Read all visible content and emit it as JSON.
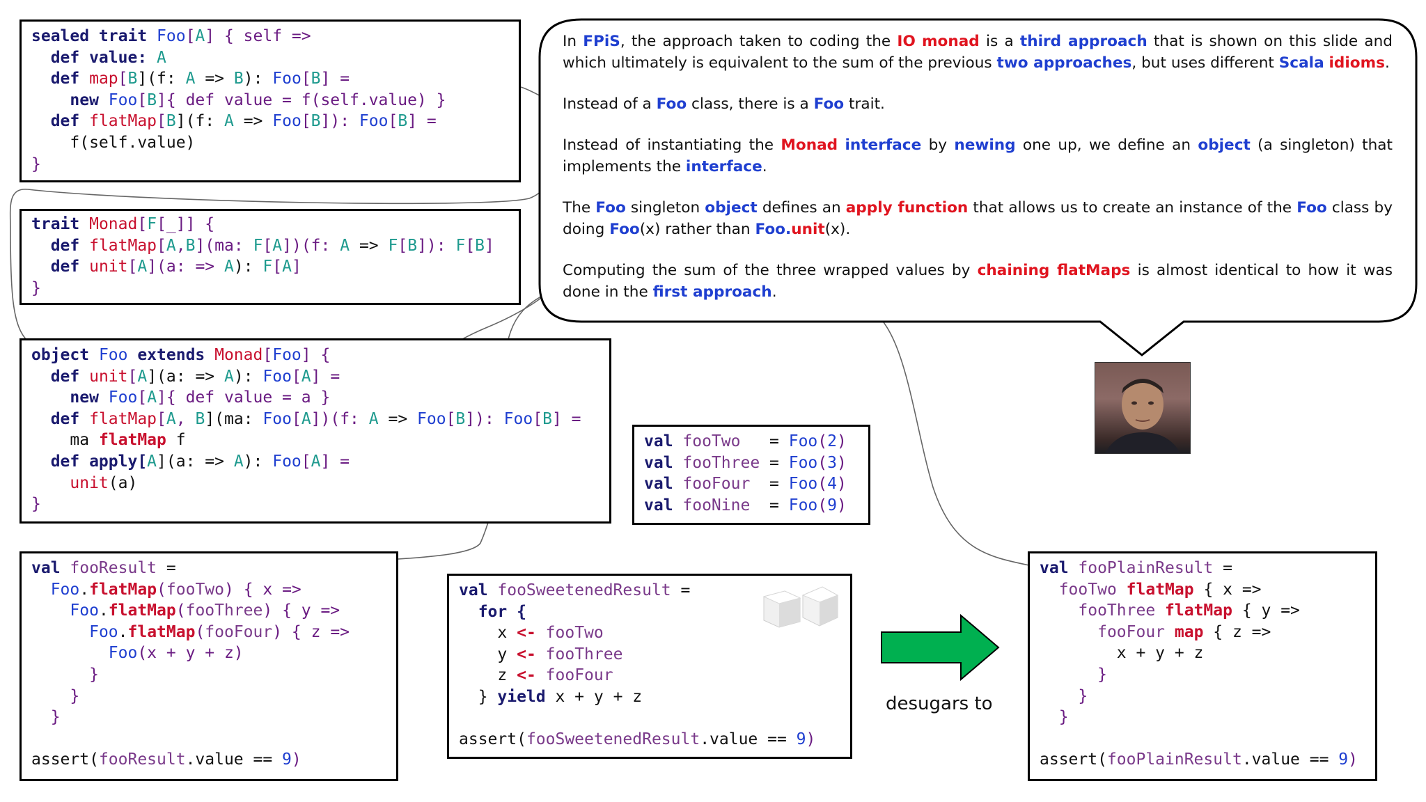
{
  "bubble": {
    "p1": [
      "In ",
      "FPiS",
      ", the approach taken to coding the ",
      "IO",
      " ",
      "monad",
      " is a ",
      "third approach",
      " that is shown on this slide and which ultimately is equivalent to the sum of the previous ",
      "two approaches",
      ", but uses different ",
      "Scala",
      " ",
      "idioms",
      "."
    ],
    "p2": [
      "Instead of a ",
      "Foo",
      " class, there is a ",
      "Foo",
      " trait."
    ],
    "p3": [
      "Instead of instantiating the ",
      "Monad",
      " ",
      "interface",
      " by ",
      "newing",
      " one up, we define an ",
      "object",
      " (a singleton) that implements the ",
      "interface",
      "."
    ],
    "p4": [
      "The ",
      "Foo",
      " singleton ",
      "object",
      " defines an ",
      "apply function",
      " that allows us to create an instance of the ",
      "Foo",
      " class by doing ",
      "Foo",
      "(x) rather than ",
      "Foo.",
      "unit",
      "(x)."
    ],
    "p5": [
      "Computing the sum of the three wrapped values by ",
      "chaining flatMaps",
      " is almost identical to how it was done in the ",
      "first approach",
      "."
    ]
  },
  "desugar_label": "desugars to",
  "code": {
    "foo_trait": [
      [
        "sealed trait ",
        "Foo",
        "[",
        "A",
        "] { self =>"
      ],
      [
        "  def value: ",
        "A"
      ],
      [
        "  def ",
        "map",
        "[",
        "B",
        "](f: ",
        "A",
        " => ",
        "B",
        "): ",
        "Foo",
        "[",
        "B",
        "] ="
      ],
      [
        "    new ",
        "Foo",
        "[",
        "B",
        "]{ def value = f(self.value) }"
      ],
      [
        "  def ",
        "flatMap",
        "[",
        "B",
        "](f: ",
        "A",
        " => ",
        "Foo",
        "[",
        "B",
        "]): ",
        "Foo",
        "[",
        "B",
        "] ="
      ],
      [
        "    f(self.value)"
      ],
      [
        "}"
      ]
    ],
    "monad_trait": [
      [
        "trait ",
        "Monad",
        "[",
        "F",
        "[_]] {"
      ],
      [
        "  def ",
        "flatMap",
        "[",
        "A",
        ",",
        "B",
        "](ma: ",
        "F",
        "[",
        "A",
        "])(f: ",
        "A",
        " => ",
        "F",
        "[",
        "B",
        "]): ",
        "F",
        "[",
        "B",
        "]"
      ],
      [
        "  def ",
        "unit",
        "[",
        "A",
        "](a: => ",
        "A",
        "): ",
        "F",
        "[",
        "A",
        "]"
      ],
      [
        "}"
      ]
    ],
    "foo_object": [
      [
        "object ",
        "Foo",
        " extends ",
        "Monad",
        "[",
        "Foo",
        "] {"
      ],
      [
        "  def ",
        "unit",
        "[",
        "A",
        "](a: => ",
        "A",
        "): ",
        "Foo",
        "[",
        "A",
        "] ="
      ],
      [
        "    new ",
        "Foo",
        "[",
        "A",
        "]{ def value = a }"
      ],
      [
        "  def ",
        "flatMap",
        "[",
        "A",
        ", ",
        "B",
        "](ma: ",
        "Foo",
        "[",
        "A",
        "])(f: ",
        "A",
        " => ",
        "Foo",
        "[",
        "B",
        "]): ",
        "Foo",
        "[",
        "B",
        "] ="
      ],
      [
        "    ma ",
        "flatMap",
        " f"
      ],
      [
        "  def apply[",
        "A",
        "](a: => ",
        "A",
        "): ",
        "Foo",
        "[",
        "A",
        "] ="
      ],
      [
        "    ",
        "unit",
        "(a)"
      ],
      [
        "}"
      ]
    ],
    "vals": [
      [
        "val ",
        "fooTwo",
        "   = ",
        "Foo",
        "(",
        "2",
        ")"
      ],
      [
        "val ",
        "fooThree",
        " = ",
        "Foo",
        "(",
        "3",
        ")"
      ],
      [
        "val ",
        "fooFour",
        "  = ",
        "Foo",
        "(",
        "4",
        ")"
      ],
      [
        "val ",
        "fooNine",
        "  = ",
        "Foo",
        "(",
        "9",
        ")"
      ]
    ],
    "foo_result": [
      [
        "val ",
        "fooResult",
        " ="
      ],
      [
        "  ",
        "Foo",
        ".",
        "flatMap",
        "(",
        "fooTwo",
        ") { x =>"
      ],
      [
        "    ",
        "Foo",
        ".",
        "flatMap",
        "(",
        "fooThree",
        ") { y =>"
      ],
      [
        "      ",
        "Foo",
        ".",
        "flatMap",
        "(",
        "fooFour",
        ") { z =>"
      ],
      [
        "        ",
        "Foo",
        "(x + y + z)"
      ],
      [
        "      }"
      ],
      [
        "    }"
      ],
      [
        "  }"
      ],
      [
        ""
      ],
      [
        "assert(",
        "fooResult",
        ".value == ",
        "9",
        ")"
      ]
    ],
    "sweetened": [
      [
        "val ",
        "fooSweetenedResult",
        " ="
      ],
      [
        "  for {"
      ],
      [
        "    x ",
        "<-",
        " ",
        "fooTwo"
      ],
      [
        "    y ",
        "<-",
        " ",
        "fooThree"
      ],
      [
        "    z ",
        "<-",
        " ",
        "fooFour"
      ],
      [
        "  } ",
        "yield",
        " x + y + z"
      ],
      [
        ""
      ],
      [
        "assert(",
        "fooSweetenedResult",
        ".value == ",
        "9",
        ")"
      ]
    ],
    "plain": [
      [
        "val ",
        "fooPlainResult",
        " ="
      ],
      [
        "  ",
        "fooTwo",
        " ",
        "flatMap",
        " { x =>"
      ],
      [
        "    ",
        "fooThree",
        " ",
        "flatMap",
        " { y =>"
      ],
      [
        "      ",
        "fooFour",
        " ",
        "map",
        " { z =>"
      ],
      [
        "        x + y + z"
      ],
      [
        "      }"
      ],
      [
        "    }"
      ],
      [
        "  }"
      ],
      [
        ""
      ],
      [
        "assert(",
        "fooPlainResult",
        ".value == ",
        "9",
        ")"
      ]
    ]
  },
  "colors": {
    "arrow": "#00b050",
    "keyword": "#1a1a6e",
    "type": "#1f3fd0",
    "function": "#c8102e",
    "typeparam": "#1e9a8e"
  },
  "icons": [
    "sugar-cubes-icon",
    "author-photo",
    "right-arrow-icon"
  ]
}
